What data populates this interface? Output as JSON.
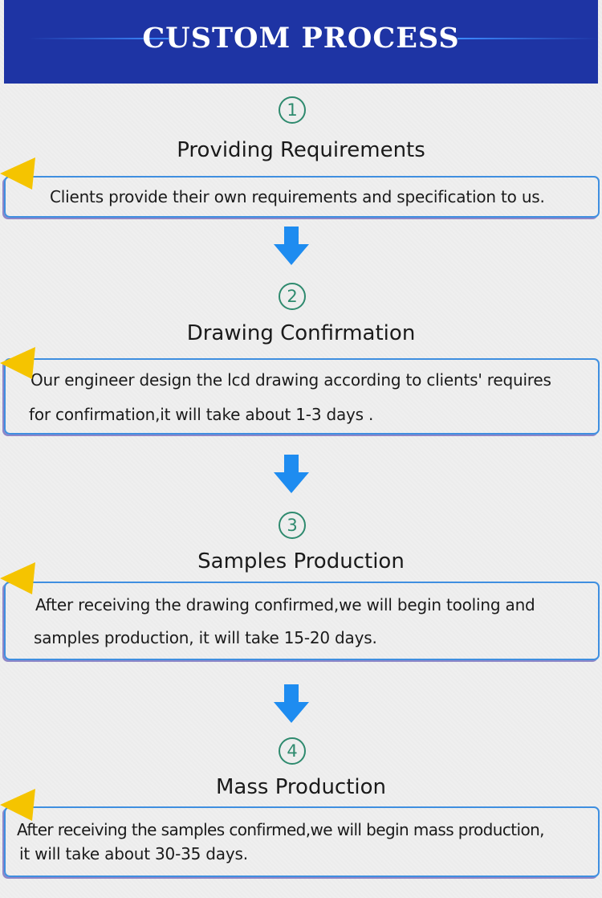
{
  "header": {
    "title": "CUSTOM PROCESS"
  },
  "steps": [
    {
      "number": "1",
      "title": "Providing Requirements",
      "lines": [
        "Clients provide their own requirements and specification to us."
      ]
    },
    {
      "number": "2",
      "title": "Drawing Confirmation",
      "lines": [
        "Our engineer design the lcd drawing according to clients' requires",
        "for confirmation,it will take about 1-3 days ."
      ]
    },
    {
      "number": "3",
      "title": "Samples Production",
      "lines": [
        "After receiving the drawing confirmed,we will begin tooling and",
        "samples production, it will take 15-20 days."
      ]
    },
    {
      "number": "4",
      "title": "Mass Production",
      "lines": [
        "After receiving the samples confirmed,we will begin mass production,",
        "it will take about 30-35 days."
      ]
    }
  ],
  "colors": {
    "header_bg": "#1e34a4",
    "step_number": "#2e8a6e",
    "box_border": "#3f8fe0",
    "arrow": "#1e8cf0",
    "corner_accent": "#f5c400"
  },
  "icons": {
    "arrow": "arrow-down-icon",
    "corner": "corner-triangle-icon"
  }
}
